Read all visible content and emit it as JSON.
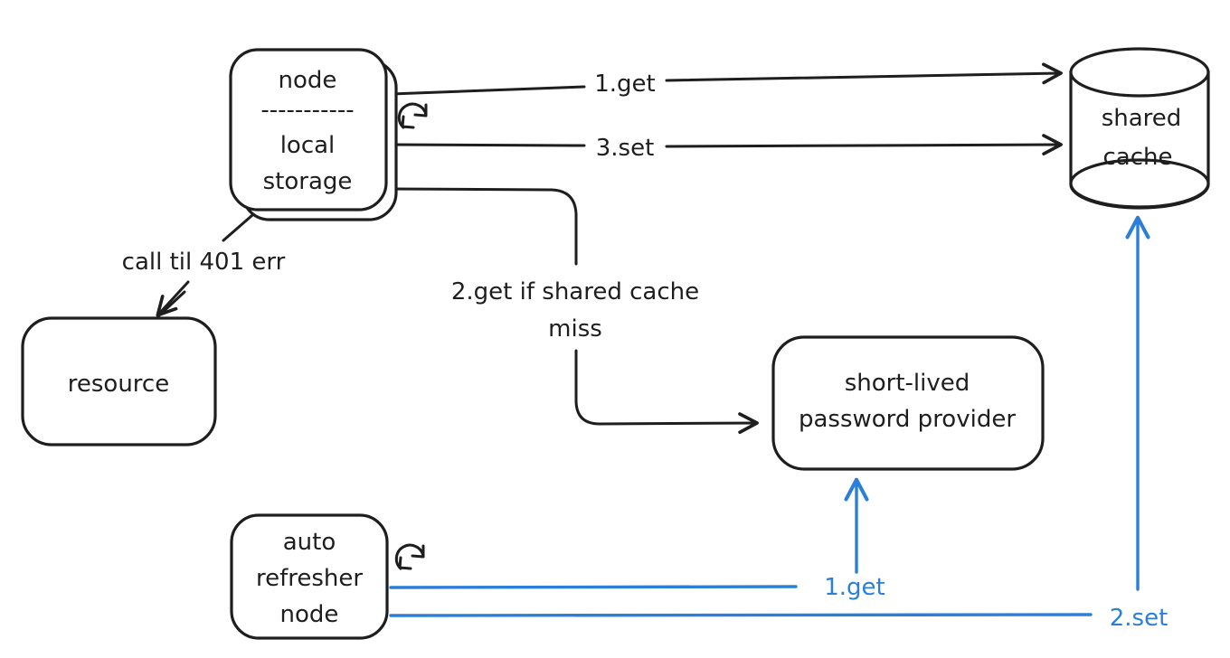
{
  "diagram": {
    "colors": {
      "stroke": "#1e1e1e",
      "accent_blue": "#2b7fd9",
      "background": "#ffffff"
    },
    "nodes": {
      "node_local_storage": {
        "line1": "node",
        "divider": "-----------",
        "line2": "local",
        "line3": "storage",
        "icon": "refresh-icon"
      },
      "shared_cache": {
        "line1": "shared",
        "line2": "cache",
        "shape": "cylinder"
      },
      "resource": {
        "label": "resource"
      },
      "password_provider": {
        "line1": "short-lived",
        "line2": "password provider"
      },
      "auto_refresher": {
        "line1": "auto",
        "line2": "refresher",
        "line3": "node",
        "icon": "refresh-icon"
      }
    },
    "edges": {
      "get1_top": {
        "label": "1.get",
        "from": "node_local_storage",
        "to": "shared_cache",
        "color": "#1e1e1e"
      },
      "set3": {
        "label": "3.set",
        "from": "node_local_storage",
        "to": "shared_cache",
        "color": "#1e1e1e"
      },
      "get2": {
        "label_line1": "2.get if shared cache",
        "label_line2": "miss",
        "from": "node_local_storage",
        "to": "password_provider",
        "color": "#1e1e1e"
      },
      "call_401": {
        "label": "call til 401 err",
        "from": "node_local_storage",
        "to": "resource",
        "color": "#1e1e1e"
      },
      "refresher_get": {
        "label": "1.get",
        "from": "auto_refresher",
        "to": "password_provider",
        "color": "#2b7fd9"
      },
      "refresher_set": {
        "label": "2.set",
        "from": "auto_refresher",
        "to": "shared_cache",
        "color": "#2b7fd9"
      }
    }
  }
}
